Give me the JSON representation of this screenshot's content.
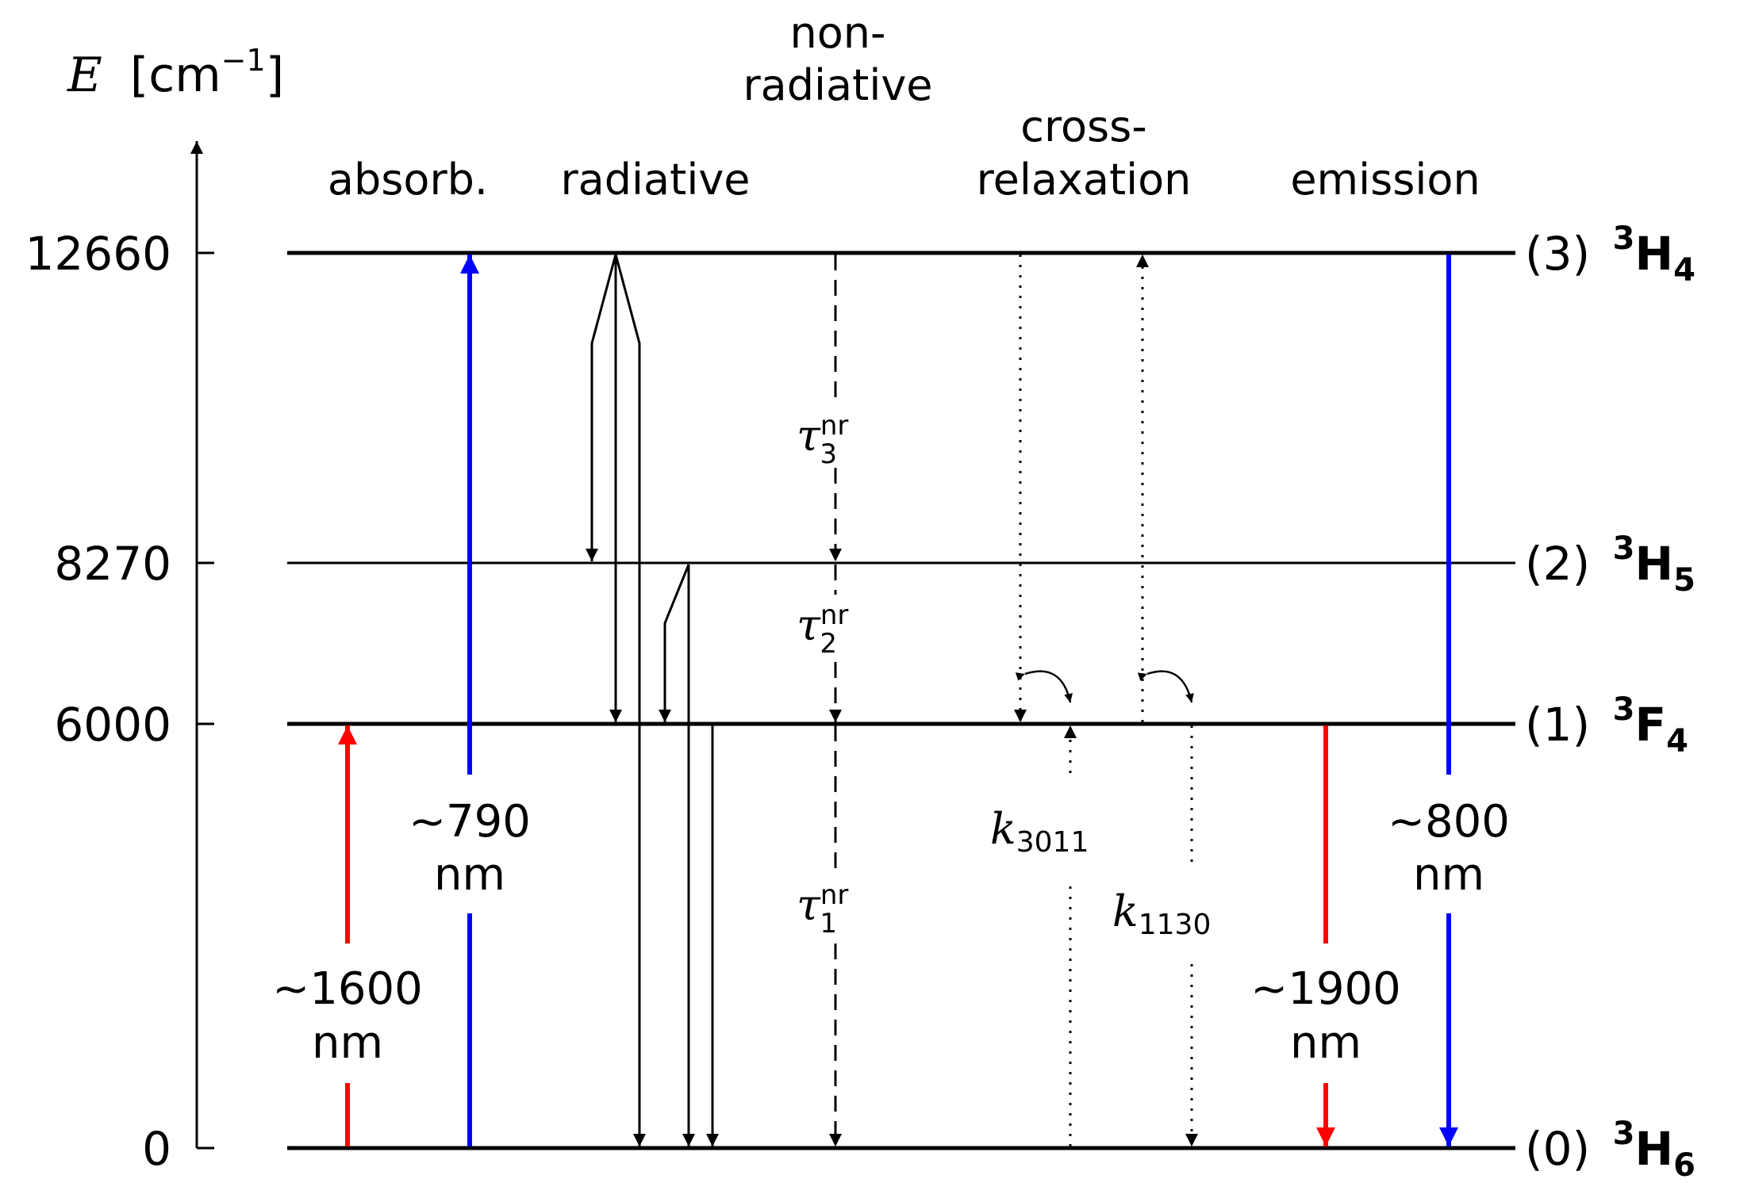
{
  "axis": {
    "label_var": "E",
    "label_unit_open": "[cm",
    "label_unit_exp": "−1",
    "label_unit_close": "]",
    "ticks": [
      "12660",
      "8270",
      "6000",
      "0"
    ]
  },
  "levels": [
    {
      "index": "(3)",
      "mult": "3",
      "letter": "H",
      "sub": "4",
      "energy": 12660
    },
    {
      "index": "(2)",
      "mult": "3",
      "letter": "H",
      "sub": "5",
      "energy": 8270
    },
    {
      "index": "(1)",
      "mult": "3",
      "letter": "F",
      "sub": "4",
      "energy": 6000
    },
    {
      "index": "(0)",
      "mult": "3",
      "letter": "H",
      "sub": "6",
      "energy": 0
    }
  ],
  "headers": {
    "absorb": "absorb.",
    "radiative": "radiative",
    "nonrad_1": "non-",
    "nonrad_2": "radiative",
    "cross_1": "cross-",
    "cross_2": "relaxation",
    "emission": "emission"
  },
  "transitions": {
    "abs_red": {
      "value": "∼1600",
      "unit": "nm"
    },
    "abs_blue": {
      "value": "∼790",
      "unit": "nm"
    },
    "em_red": {
      "value": "∼1900",
      "unit": "nm"
    },
    "em_blue": {
      "value": "∼800",
      "unit": "nm"
    }
  },
  "nonrad": {
    "tau": "τ",
    "sup": "nr",
    "tau3_sub": "3",
    "tau2_sub": "2",
    "tau1_sub": "1"
  },
  "cross": {
    "k": "k",
    "k3011_sub": "3011",
    "k1130_sub": "1130"
  },
  "colors": {
    "red": "#ff0000",
    "blue": "#0000ff",
    "black": "#000000"
  }
}
